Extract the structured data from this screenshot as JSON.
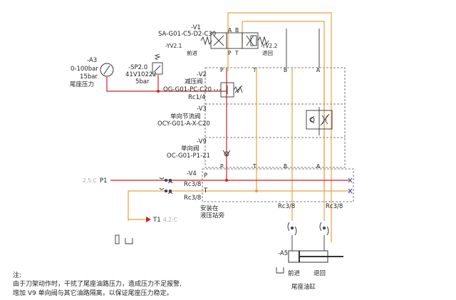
{
  "colors": {
    "line": "#333333",
    "dashed": "#555555",
    "pressure": "#cc2222",
    "tank": "#e8a040",
    "dot": "#cc2222",
    "blueNode": "#3344aa"
  },
  "v1": {
    "tag": "-V1",
    "model": "SA-G01-C5-D2-C30",
    "ports": [
      "A",
      "B",
      "P",
      "T"
    ]
  },
  "yv21": {
    "tag": "-YV2.1",
    "label": "前进"
  },
  "yv22": {
    "tag": "-YV2.2",
    "label": "退回"
  },
  "a3": {
    "tag": "-A3",
    "range": "0-100bar",
    "set": "15bar",
    "name": "尾座压力"
  },
  "sp20": {
    "tag": "-SP2.0",
    "model": "41V10222",
    "set": "5bar"
  },
  "v2": {
    "tag": "-V2",
    "name": "减压阀",
    "model": "OG-G01-PC-C20",
    "port": "Rc1/4"
  },
  "v3": {
    "tag": "-V3",
    "name": "单向节流阀",
    "model": "OCY-G01-A-X-C20"
  },
  "v9": {
    "tag": "-V9",
    "name": "单向阀",
    "model": "OC-G01-P1-21"
  },
  "v4": {
    "tag": "-V4",
    "ports": [
      "P",
      "T"
    ],
    "rc": [
      "Rc3/8",
      "Rc3/8"
    ]
  },
  "block_top_ports": [
    "P",
    "T",
    "B",
    "A"
  ],
  "block_mid_ports": [
    "P",
    "T",
    "B",
    "A"
  ],
  "p1": {
    "ref": "2.5:C",
    "name": "P1"
  },
  "t1": {
    "name": "T1",
    "ref": "4.2:C"
  },
  "install_note": [
    "安装在",
    "液压站旁"
  ],
  "bottom_rc": [
    "Rc3/8",
    "Rc3/8"
  ],
  "a5": {
    "tag": "-A5",
    "fwd": "前进",
    "ret": "退回",
    "name": "尾座油缸"
  },
  "notes": [
    "注:",
    "由于刀架动作时，干扰了尾座油路压力，造成压力不足报警,",
    "增加 V9 单向阀与其它油路隔离，以保证尾座压力稳定。"
  ]
}
